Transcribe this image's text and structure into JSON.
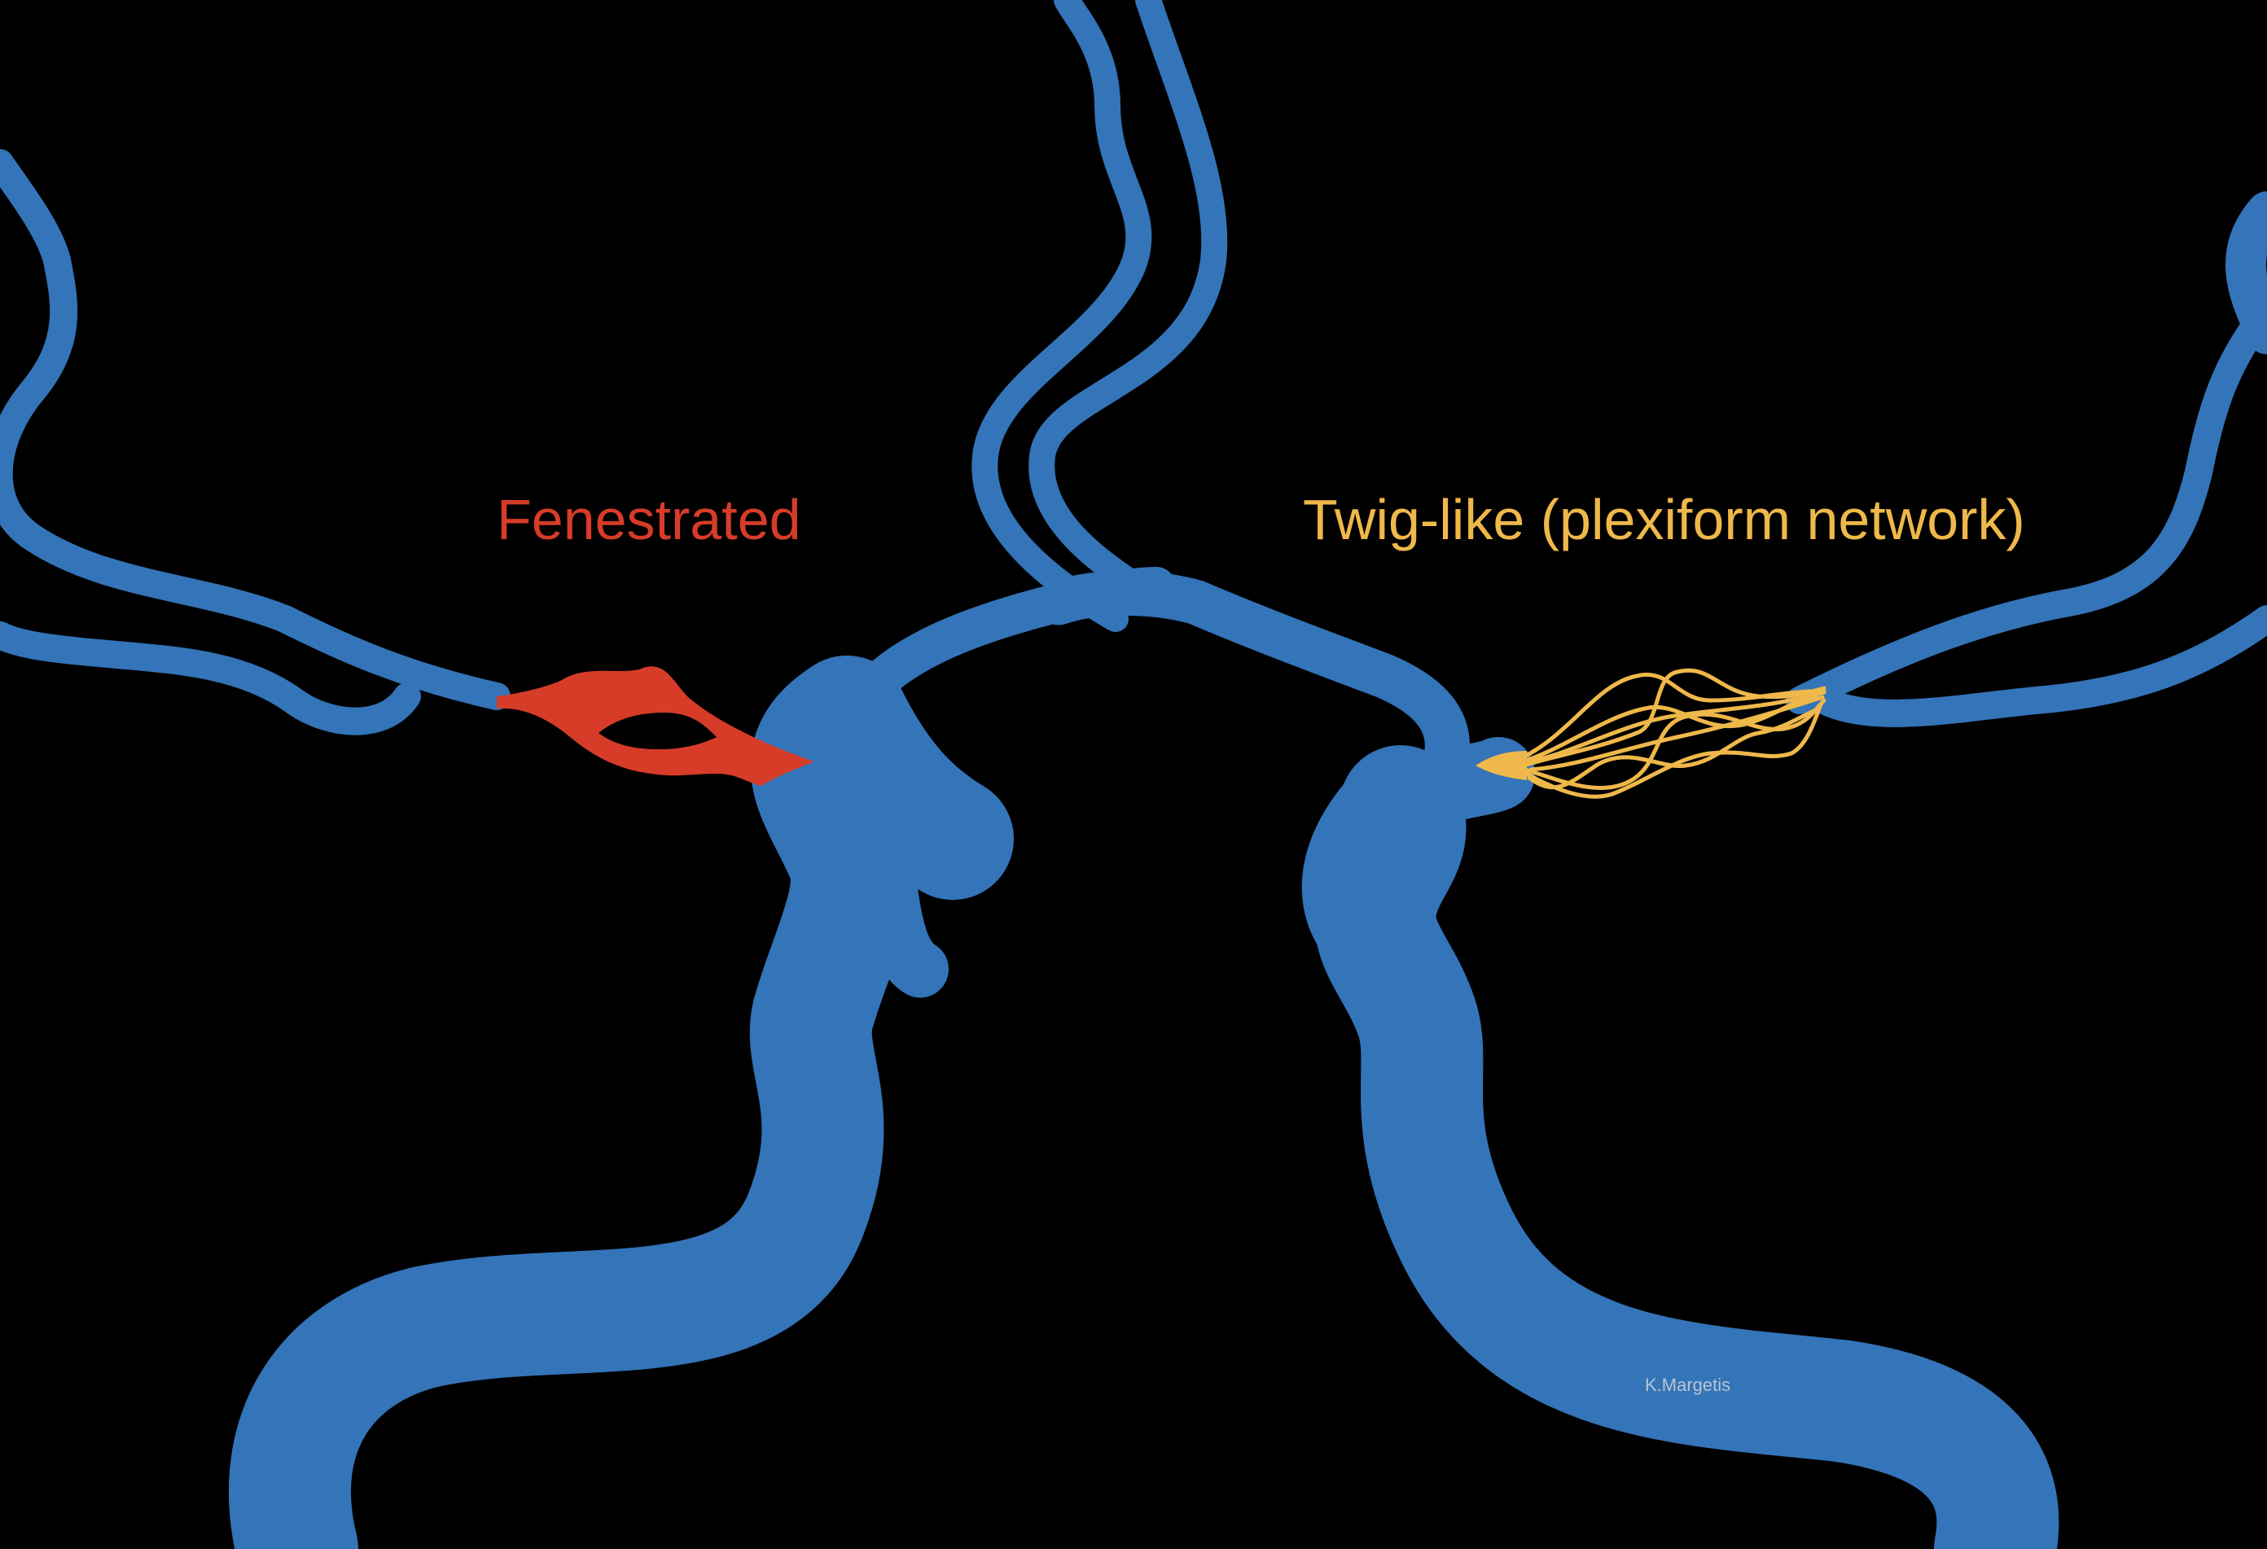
{
  "labels": {
    "fenestrated": "Fenestrated",
    "twig_like": "Twig-like (plexiform network)",
    "credit": "K.Margetis"
  },
  "colors": {
    "background": "#000000",
    "vessel": "#3474b8",
    "fenestrated": "#d63c28",
    "twig_like": "#efb84a",
    "credit": "#b8c4d2"
  }
}
